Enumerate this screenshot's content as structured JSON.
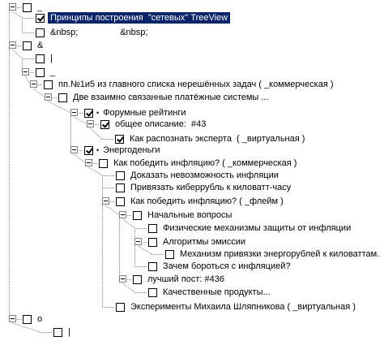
{
  "nodes": [
    {
      "label": "_",
      "checked": false,
      "expander": "minus",
      "selected": false,
      "bullet": false
    },
    {
      "label": "Принципы построения  \"сетевых\" TreeView",
      "checked": true,
      "expander": "",
      "selected": true,
      "bullet": false
    },
    {
      "label": "&nbsp;                 &nbsp;",
      "checked": false,
      "expander": "",
      "selected": false,
      "bullet": false
    },
    {
      "label": "&",
      "checked": false,
      "expander": "minus",
      "selected": false,
      "bullet": false
    },
    {
      "label": "|",
      "checked": false,
      "expander": "",
      "selected": false,
      "bullet": false
    },
    {
      "label": "_",
      "checked": false,
      "expander": "minus",
      "selected": false,
      "bullet": false
    },
    {
      "label": "пп.№1и5 из главного списка нерешённых задач ( _коммерческая )",
      "checked": false,
      "expander": "minus",
      "selected": false,
      "bullet": false
    },
    {
      "label": "Две взаимно связанные платёжные системы ...",
      "checked": false,
      "expander": "minus",
      "selected": false,
      "bullet": false
    },
    {
      "label": "Форумные рейтинги",
      "checked": true,
      "expander": "minus",
      "selected": false,
      "bullet": true
    },
    {
      "label": "общее описание:  #43",
      "checked": true,
      "expander": "minus",
      "selected": false,
      "bullet": false
    },
    {
      "label": "Как распознать эксперта  ( _виртуальная )",
      "checked": true,
      "expander": "",
      "selected": false,
      "bullet": false
    },
    {
      "label": "Энергоденьги",
      "checked": true,
      "expander": "minus",
      "selected": false,
      "bullet": true
    },
    {
      "label": "Как победить инфляцию? ( _коммерческая )",
      "checked": false,
      "expander": "minus",
      "selected": false,
      "bullet": false
    },
    {
      "label": "Доказать невозможность инфляции",
      "checked": false,
      "expander": "",
      "selected": false,
      "bullet": false
    },
    {
      "label": "Привязать киберрубль к киловатт-часу",
      "checked": false,
      "expander": "",
      "selected": false,
      "bullet": false
    },
    {
      "label": "Как победить инфляцию? ( _флейм )",
      "checked": false,
      "expander": "minus",
      "selected": false,
      "bullet": false
    },
    {
      "label": "Начальные вопросы",
      "checked": false,
      "expander": "minus",
      "selected": false,
      "bullet": false
    },
    {
      "label": "Физические механизмы защиты от инфляции",
      "checked": false,
      "expander": "",
      "selected": false,
      "bullet": false
    },
    {
      "label": "Алгоритмы эмиссии",
      "checked": false,
      "expander": "minus",
      "selected": false,
      "bullet": false
    },
    {
      "label": "Механизм привязки энергорублей к киловаттам.",
      "checked": false,
      "expander": "",
      "selected": false,
      "bullet": false
    },
    {
      "label": "Зачем бороться с инфляцией?",
      "checked": false,
      "expander": "",
      "selected": false,
      "bullet": false
    },
    {
      "label": "лучший пост: #436",
      "checked": false,
      "expander": "minus",
      "selected": false,
      "bullet": false
    },
    {
      "label": "Качественные продукты...",
      "checked": false,
      "expander": "",
      "selected": false,
      "bullet": false
    },
    {
      "label": "Эксперименты Михаила Шляпникова ( _виртуальная )",
      "checked": false,
      "expander": "",
      "selected": false,
      "bullet": false
    },
    {
      "label": "о",
      "checked": false,
      "expander": "minus",
      "selected": false,
      "bullet": false
    },
    {
      "label": "|",
      "checked": false,
      "expander": "",
      "selected": false,
      "bullet": false
    }
  ]
}
